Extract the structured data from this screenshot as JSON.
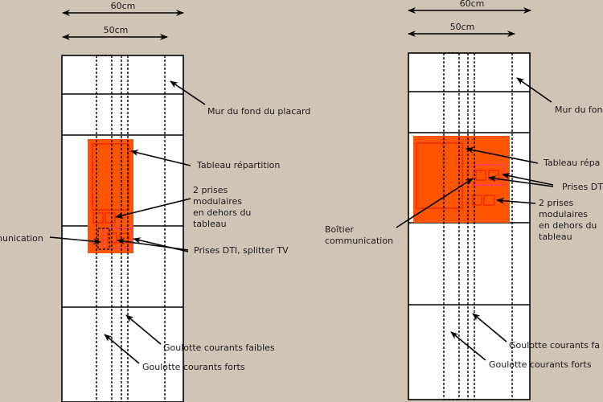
{
  "colors": {
    "background": "#d0c5b5",
    "panel": "#ffffff",
    "board": "#ff5500",
    "board_outline": "#e8200e",
    "module_group": "#ff2aa0",
    "ink": "#000000"
  },
  "left": {
    "dim_60": "60cm",
    "dim_50": "50cm",
    "labels": {
      "mur": "Mur du fond du placard",
      "tableau": "Tableau répartition",
      "prises_line1": "2 prises",
      "prises_line2": "modulaires",
      "prises_line3": "en dehors du",
      "prises_line4": "tableau",
      "boitier": "nunication",
      "dti": "Prises DTI, splitter TV",
      "faibles": "Goulotte courants faibles",
      "forts": "Goulotte courants forts"
    }
  },
  "right": {
    "dim_60": "60cm",
    "dim_50": "50cm",
    "labels": {
      "mur": "Mur du fon",
      "tableau": "Tableau répa",
      "dti": "Prises DT",
      "prises_line1": "2 prises",
      "prises_line2": "modulaires",
      "prises_line3": "en dehors du",
      "prises_line4": "tableau",
      "boitier_line1": "Boîtier",
      "boitier_line2": "communication",
      "faibles": "Goulotte courants fa",
      "forts": "Goulotte courants forts"
    }
  }
}
